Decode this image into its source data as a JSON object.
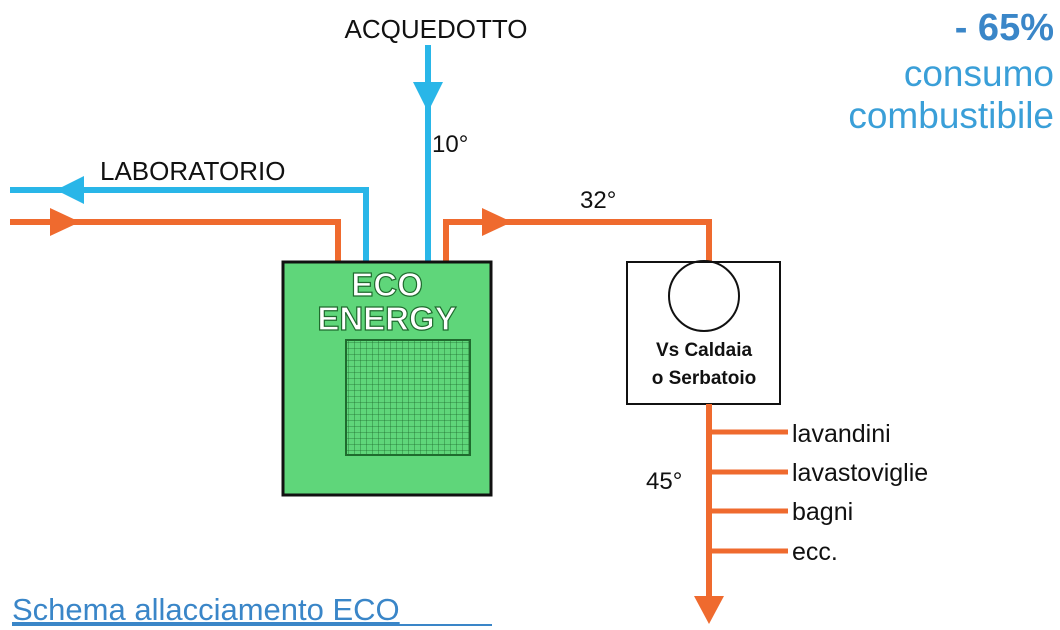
{
  "labels": {
    "acquedotto": "ACQUEDOTTO",
    "laboratorio": "LABORATORIO",
    "temp_in": "10°",
    "temp_mid": "32°",
    "temp_out": "45°"
  },
  "unit": {
    "line1": "ECO",
    "line2": "ENERGY"
  },
  "tank": {
    "line1": "Vs Caldaia",
    "line2": "o Serbatoio"
  },
  "outputs": [
    "lavandini",
    "lavastoviglie",
    "bagni",
    "ecc."
  ],
  "savings": {
    "value": "- 65%",
    "line1": "consumo",
    "line2": "combustibile"
  },
  "caption": "Schema allacciamento ECO",
  "colors": {
    "cold": "#29b6e8",
    "hot": "#ef6a2e",
    "unit_fill": "#5fd67a",
    "accent_blue": "#3a86c8",
    "text": "#111111"
  }
}
